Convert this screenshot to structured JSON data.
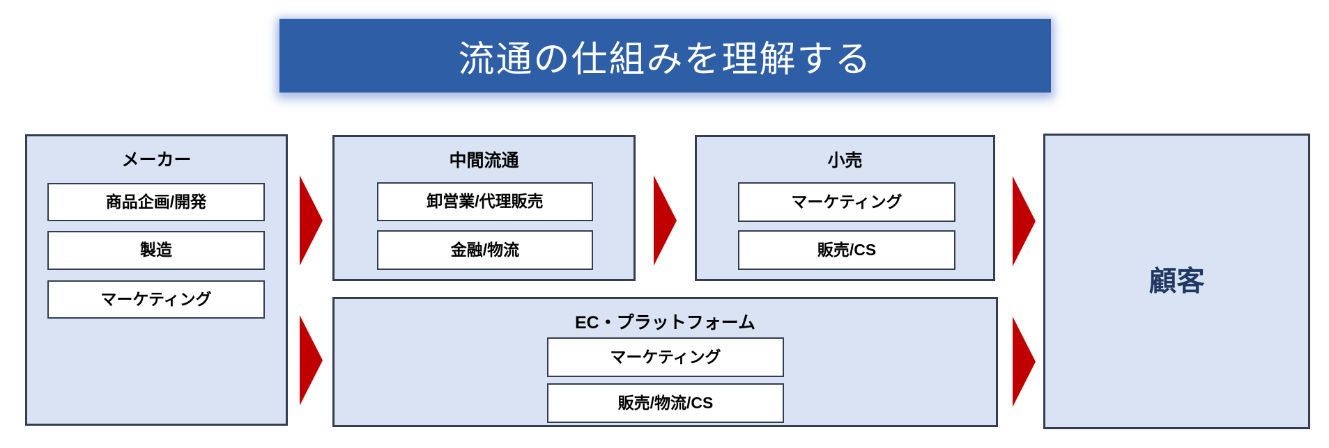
{
  "title": "流通の仕組みを理解する",
  "colors": {
    "banner": "#2d5ea6",
    "box_fill": "#dae3f3",
    "box_border": "#333f50",
    "arrow": "#c00000",
    "customer_text": "#1f3864",
    "glow": "#c9d6ef"
  },
  "sections": {
    "maker": {
      "label": "メーカー",
      "items": [
        "商品企画/開発",
        "製造",
        "マーケティング"
      ]
    },
    "middle": {
      "label": "中間流通",
      "items": [
        "卸営業/代理販売",
        "金融/物流"
      ]
    },
    "retail": {
      "label": "小売",
      "items": [
        "マーケティング",
        "販売/CS"
      ]
    },
    "ec": {
      "label": "EC・プラットフォーム",
      "items": [
        "マーケティング",
        "販売/物流/CS"
      ]
    },
    "customer": {
      "label": "顧客"
    }
  },
  "arrows": [
    {
      "from": "メーカー",
      "to": "中間流通"
    },
    {
      "from": "メーカー",
      "to": "EC・プラットフォーム"
    },
    {
      "from": "中間流通",
      "to": "小売"
    },
    {
      "from": "小売",
      "to": "顧客"
    },
    {
      "from": "EC・プラットフォーム",
      "to": "顧客"
    }
  ]
}
